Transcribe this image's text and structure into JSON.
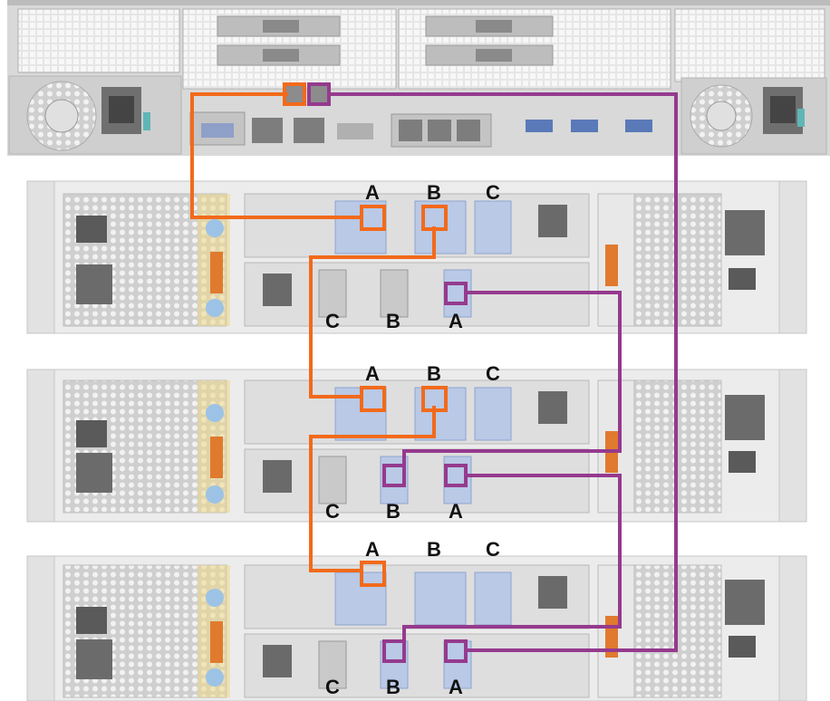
{
  "colors": {
    "path_a": "#f26a1b",
    "path_b": "#953a8e",
    "chassis": "#e9e9e9",
    "module": "#dcdcdc",
    "port_blue": "#b9c9e6",
    "server": "#d8d8d8"
  },
  "enclosures": [
    {
      "upper_module_labels": [
        "A",
        "B",
        "C"
      ],
      "lower_module_labels": [
        "C",
        "B",
        "A"
      ]
    },
    {
      "upper_module_labels": [
        "A",
        "B",
        "C"
      ],
      "lower_module_labels": [
        "C",
        "B",
        "A"
      ]
    },
    {
      "upper_module_labels": [
        "A",
        "B",
        "C"
      ],
      "lower_module_labels": [
        "C",
        "B",
        "A"
      ]
    }
  ]
}
